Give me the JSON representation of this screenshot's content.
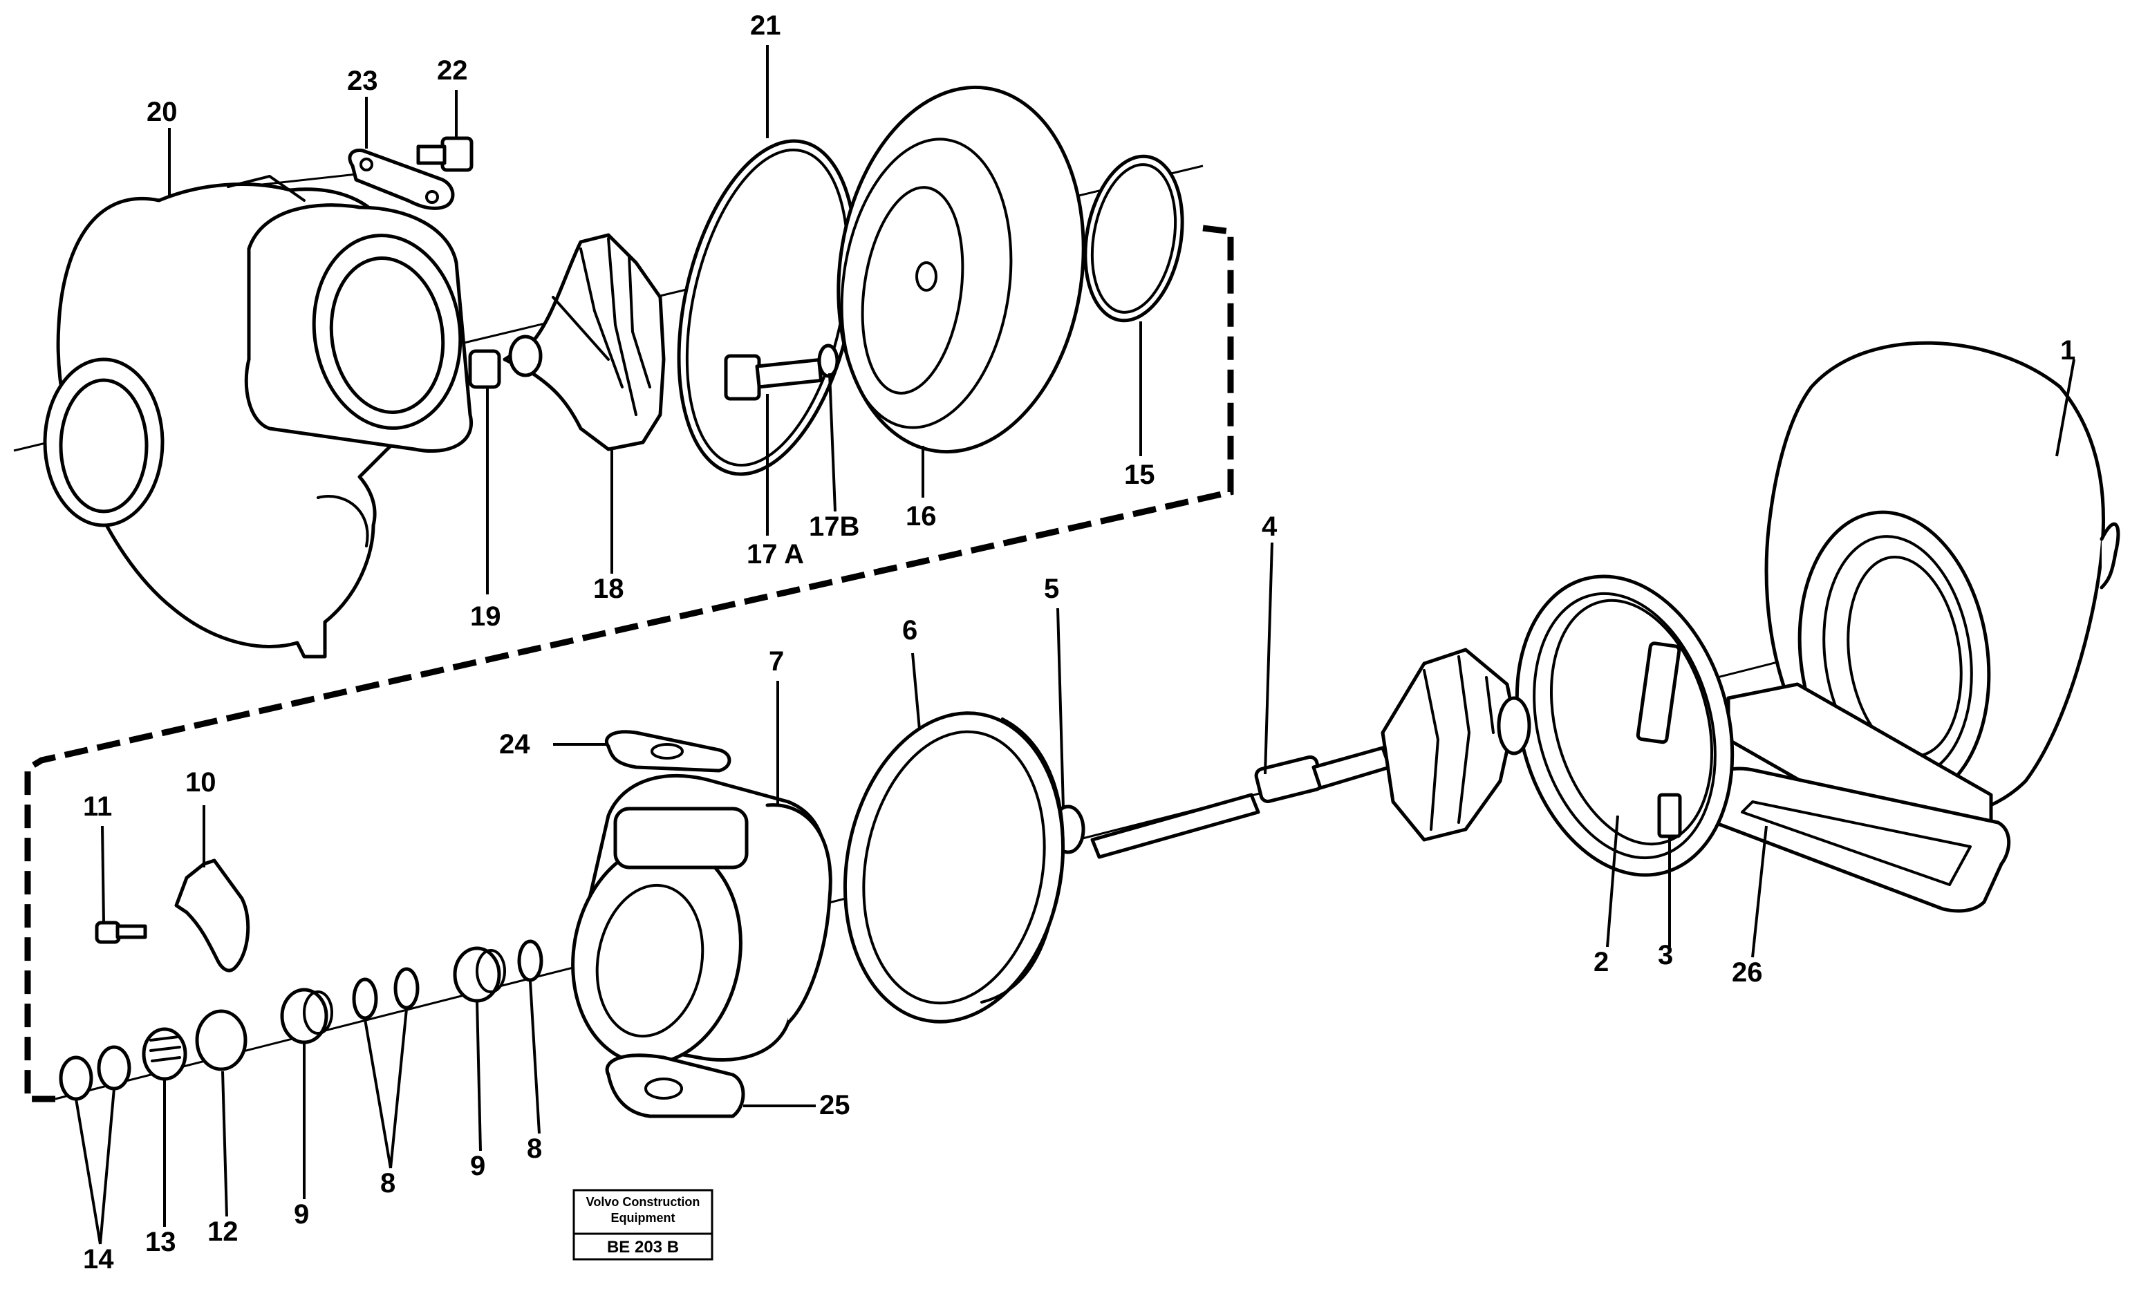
{
  "callouts": {
    "c1": "1",
    "c2": "2",
    "c3": "3",
    "c4": "4",
    "c5": "5",
    "c6": "6",
    "c7": "7",
    "c8a": "8",
    "c8b": "8",
    "c9a": "9",
    "c9b": "9",
    "c10": "10",
    "c11": "11",
    "c12": "12",
    "c13": "13",
    "c14": "14",
    "c15": "15",
    "c16": "16",
    "c17a": "17 A",
    "c17b": "17B",
    "c18": "18",
    "c19": "19",
    "c20": "20",
    "c21": "21",
    "c22": "22",
    "c23": "23",
    "c24": "24",
    "c25": "25",
    "c26": "26"
  },
  "title_block": {
    "company_line1": "Volvo Construction",
    "company_line2": "Equipment",
    "drawing_code": "BE 203 B"
  }
}
